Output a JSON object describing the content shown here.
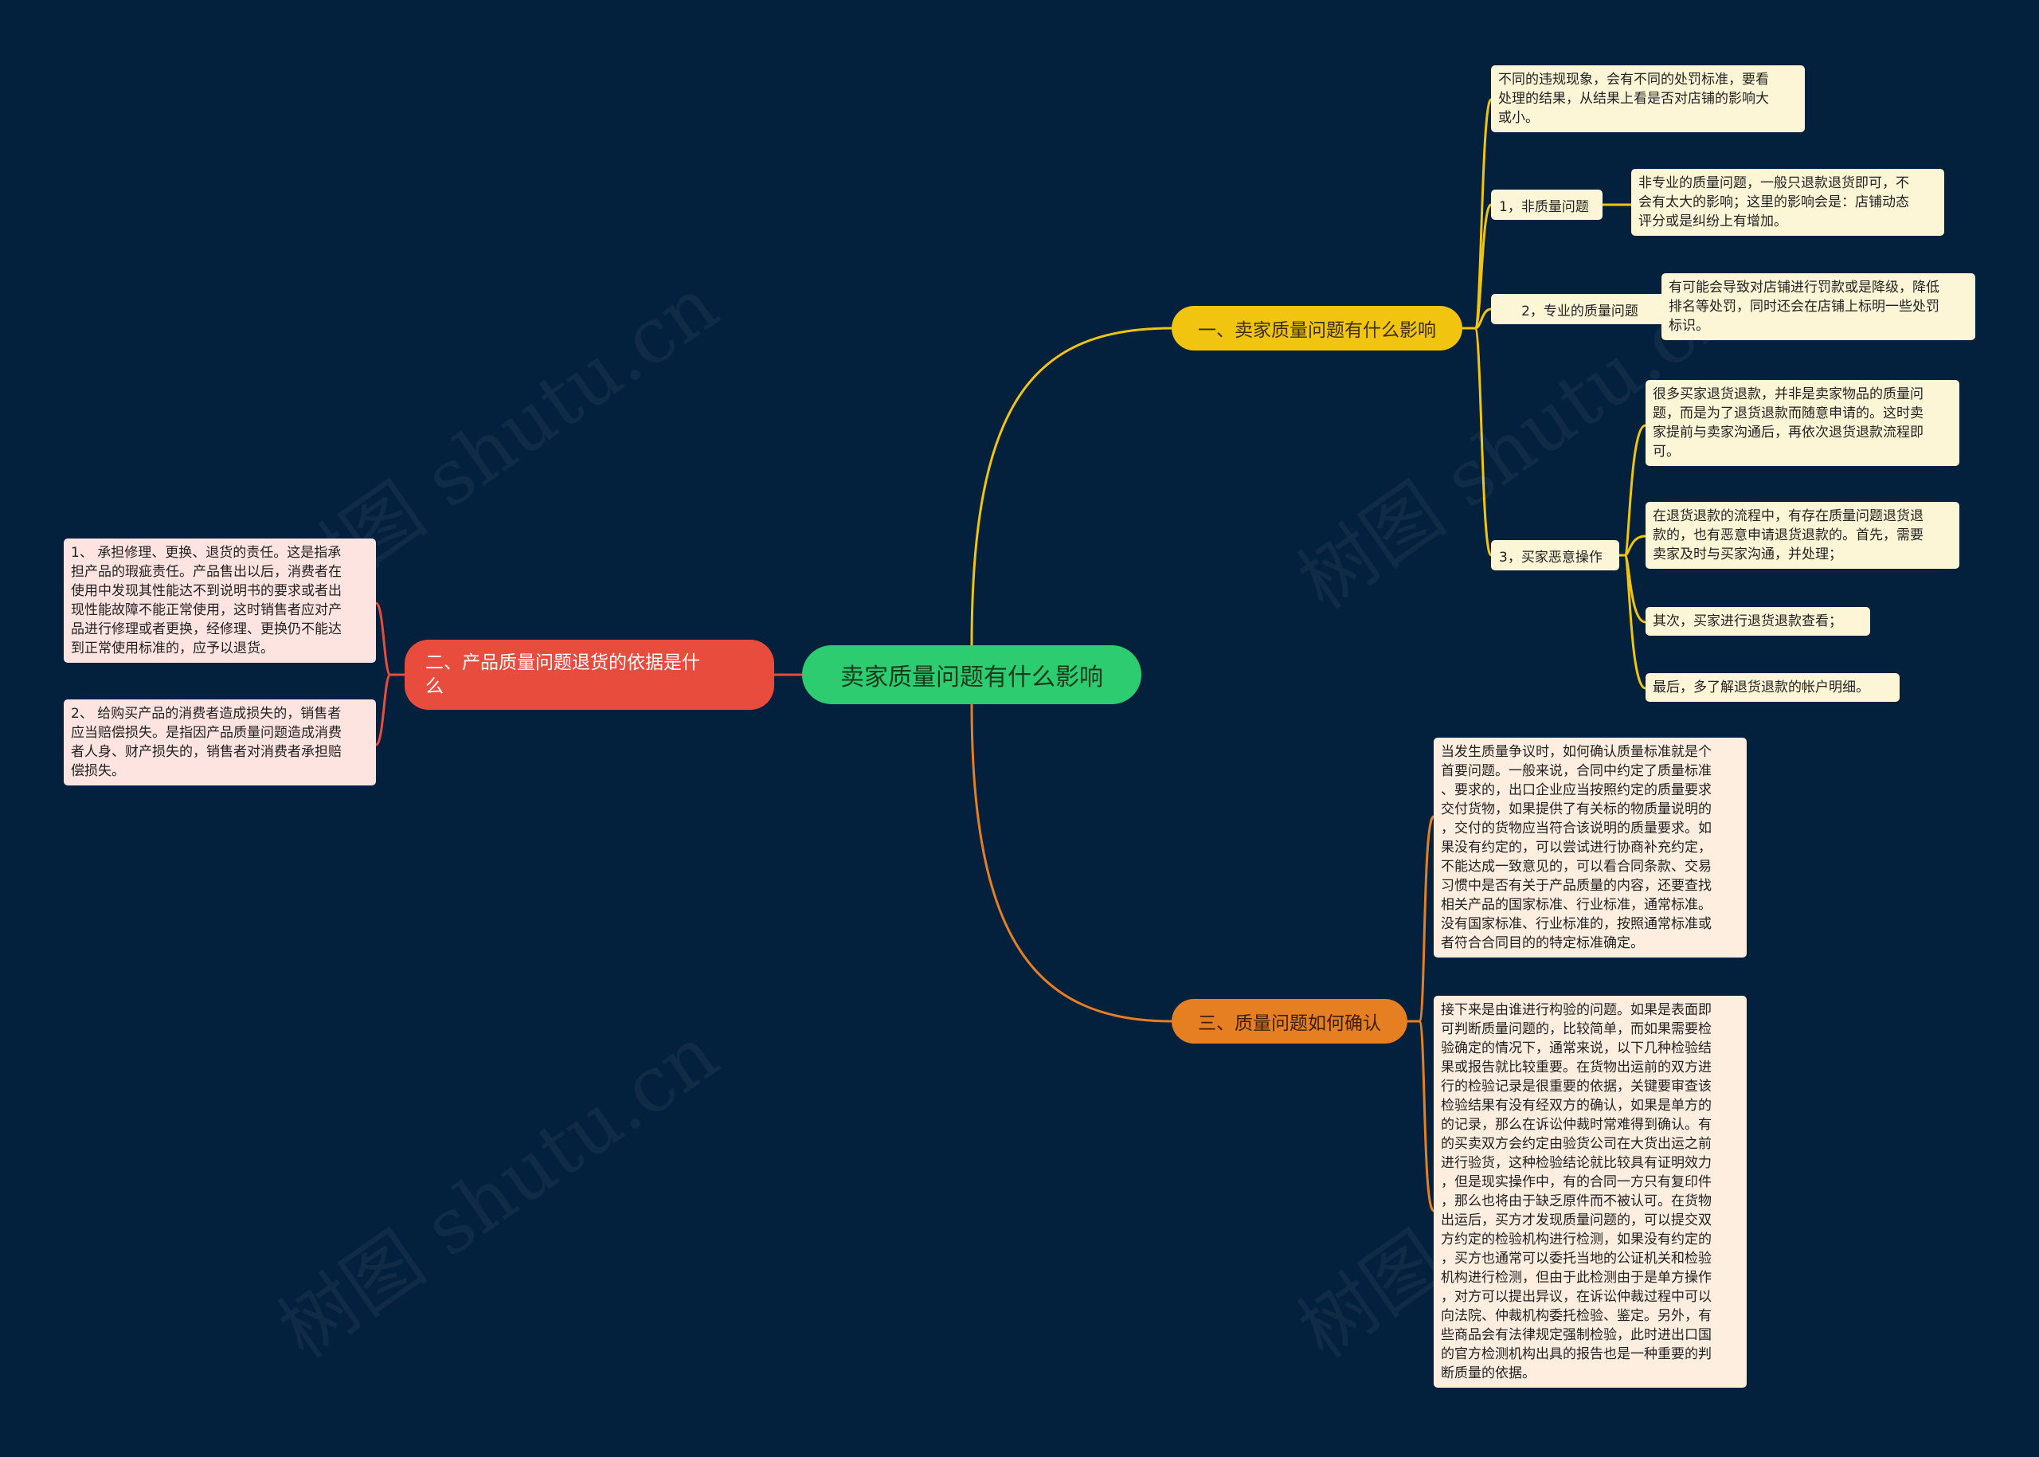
{
  "center": {
    "label": "卖家质量问题有什么影响"
  },
  "branch1": {
    "label": "一、卖家质量问题有什么影响",
    "intro": "不同的违规现象，会有不同的处罚标准，要看\n处理的结果，从结果上看是否对店铺的影响大\n或小。",
    "sub1": {
      "label": "1，非质量问题",
      "detail": "非专业的质量问题，一般只退款退货即可，不\n会有太大的影响；这里的影响会是：店铺动态\n评分或是纠纷上有增加。"
    },
    "sub2": {
      "label": "2，专业的质量问题",
      "detail": "有可能会导致对店铺进行罚款或是降级，降低\n排名等处罚，同时还会在店铺上标明一些处罚\n标识。"
    },
    "sub3": {
      "label": "3，买家恶意操作",
      "details": [
        "很多买家退货退款，并非是卖家物品的质量问\n题，而是为了退货退款而随意申请的。这时卖\n家提前与卖家沟通后，再依次退货退款流程即\n可。",
        "在退货退款的流程中，有存在质量问题退货退\n款的，也有恶意申请退货退款的。首先，需要\n卖家及时与买家沟通，并处理；",
        "其次，买家进行退货退款查看；",
        "最后，多了解退货退款的帐户明细。"
      ]
    }
  },
  "branch2": {
    "label": "二、产品质量问题退货的依据是什\n么",
    "details": [
      "1、 承担修理、更换、退货的责任。这是指承\n担产品的瑕疵责任。产品售出以后，消费者在\n使用中发现其性能达不到说明书的要求或者出\n现性能故障不能正常使用，这时销售者应对产\n品进行修理或者更换，经修理、更换仍不能达\n到正常使用标准的，应予以退货。",
      "2、 给购买产品的消费者造成损失的，销售者\n应当赔偿损失。是指因产品质量问题造成消费\n者人身、财产损失的，销售者对消费者承担赔\n偿损失。"
    ]
  },
  "branch3": {
    "label": "三、质量问题如何确认",
    "details": [
      "当发生质量争议时，如何确认质量标准就是个\n首要问题。一般来说，合同中约定了质量标准\n、要求的，出口企业应当按照约定的质量要求\n交付货物，如果提供了有关标的物质量说明的\n，交付的货物应当符合该说明的质量要求。如\n果没有约定的，可以尝试进行协商补充约定，\n不能达成一致意见的，可以看合同条款、交易\n习惯中是否有关于产品质量的内容，还要查找\n相关产品的国家标准、行业标准，通常标准。\n没有国家标准、行业标准的，按照通常标准或\n者符合合同目的的特定标准确定。",
      "接下来是由谁进行构验的问题。如果是表面即\n可判断质量问题的，比较简单，而如果需要检\n验确定的情况下，通常来说，以下几种检验结\n果或报告就比较重要。在货物出运前的双方进\n行的检验记录是很重要的依据，关键要审查该\n检验结果有没有经双方的确认，如果是单方的\n的记录，那么在诉讼仲裁时常难得到确认。有\n的买卖双方会约定由验货公司在大货出运之前\n进行验货，这种检验结论就比较具有证明效力\n，但是现实操作中，有的合同一方只有复印件\n，那么也将由于缺乏原件而不被认可。在货物\n出运后，买方才发现质量问题的，可以提交双\n方约定的检验机构进行检测，如果没有约定的\n，买方也通常可以委托当地的公证机关和检验\n机构进行检测，但由于此检测由于是单方操作\n，对方可以提出异议，在诉讼仲裁过程中可以\n向法院、仲裁机构委托检验、鉴定。另外，有\n些商品会有法律规定强制检验，此时进出口国\n的官方检测机构出具的报告也是一种重要的判\n断质量的依据。"
    ]
  },
  "watermark": "树图 shutu.cn",
  "colors": {
    "background": "#03203c",
    "center": "#2ecc71",
    "branch1": "#f1c40f",
    "branch2": "#e74c3c",
    "branch3": "#e67e22"
  }
}
